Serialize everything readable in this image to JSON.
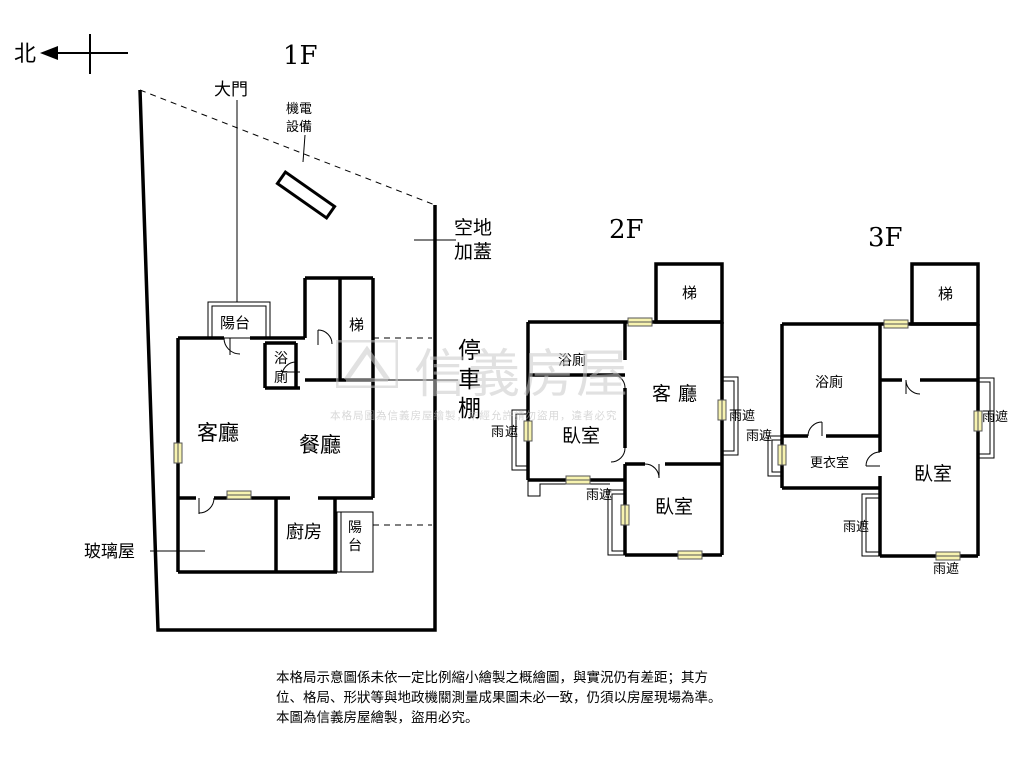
{
  "compass": {
    "label": "北"
  },
  "floors": {
    "f1": {
      "title": "1F",
      "rooms": {
        "main_gate": "大門",
        "mech": [
          "機電",
          "設備"
        ],
        "vacant": [
          "空地",
          "加蓋"
        ],
        "balcony_top": "陽台",
        "stairs": "梯",
        "bath": [
          "浴",
          "廁"
        ],
        "carport": [
          "停",
          "車",
          "棚"
        ],
        "living": "客廳",
        "dining": "餐廳",
        "sunroom": "玻璃屋",
        "kitchen": "廚房",
        "balcony_side": [
          "陽",
          "台"
        ]
      }
    },
    "f2": {
      "title": "2F",
      "rooms": {
        "stairs": "梯",
        "bath": "浴廁",
        "living": [
          "客",
          "廳"
        ],
        "bedroom1": "臥室",
        "bedroom2": "臥室",
        "awning_left": [
          "雨",
          "遮"
        ],
        "awning_right": "雨遮",
        "awning_bottom": "雨遮"
      }
    },
    "f3": {
      "title": "3F",
      "rooms": {
        "stairs": "梯",
        "bath": "浴廁",
        "closet": "更衣室",
        "bedroom": "臥室",
        "awning_left": "雨遮",
        "awning_right": "雨遮",
        "awning_bottom_left": "雨遮",
        "awning_bottom": "雨遮"
      }
    }
  },
  "watermark": {
    "brand": "信義房屋",
    "small": "本格局圖為信義房屋繪製，未經允許請勿盜用，違者必究"
  },
  "disclaimer": {
    "line1": "本格局示意圖係未依一定比例縮小繪製之概繪圖，與實況仍有差距；其方",
    "line2": "位、格局、形狀等與地政機關測量成果圖未必一致，仍須以房屋現場為準。",
    "line3": "本圖為信義房屋繪製，盜用必究。"
  }
}
